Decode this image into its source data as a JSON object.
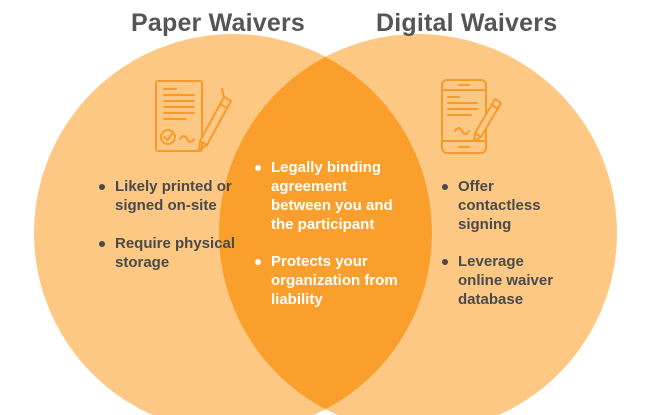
{
  "venn": {
    "left": {
      "title": "Paper Waivers",
      "icon": "paper-document-pen-icon",
      "items": [
        "Likely printed or signed on-site",
        "Require physical storage"
      ]
    },
    "right": {
      "title": "Digital Waivers",
      "icon": "tablet-stylus-icon",
      "items": [
        "Offer contactless signing",
        "Leverage online waiver database"
      ]
    },
    "overlap": {
      "items": [
        "Legally binding agreement between you and the participant",
        "Protects your organization from liability"
      ]
    }
  },
  "colors": {
    "circle_fill": "#fcc884",
    "overlap_fill": "#fb9f2c",
    "icon_stroke": "#f89a2b",
    "heading_text": "#555555",
    "body_text": "#4a4a4a"
  }
}
